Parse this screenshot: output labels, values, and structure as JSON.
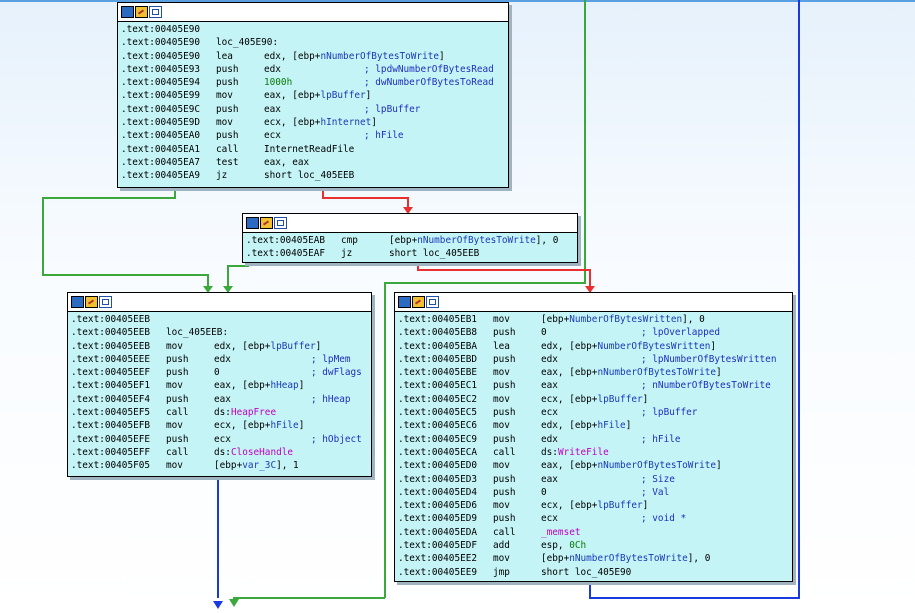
{
  "colors": {
    "node_bg": "#c4f4f6",
    "edge_false": "#e83030",
    "edge_true": "#3aa83a",
    "edge_uncond": "#1a3ae0",
    "comment": "#1f2fbf",
    "api": "#c000c0",
    "number": "#0a7a0a"
  },
  "icons": [
    "graph-node-color-icon",
    "graph-node-rename-icon",
    "graph-node-group-icon"
  ],
  "nodes": {
    "block1": {
      "lines": [
        {
          "addr": ".text:00405E90",
          "label": ""
        },
        {
          "addr": ".text:00405E90",
          "label": "loc_405E90:"
        },
        {
          "addr": ".text:00405E90",
          "mn": "lea",
          "op": "edx, [ebp+nNumberOfBytesToWrite]",
          "cmt": ""
        },
        {
          "addr": ".text:00405E93",
          "mn": "push",
          "op": "edx",
          "cmt": "; lpdwNumberOfBytesRead"
        },
        {
          "addr": ".text:00405E94",
          "mn": "push",
          "op": "1000h",
          "cmt": "; dwNumberOfBytesToRead"
        },
        {
          "addr": ".text:00405E99",
          "mn": "mov",
          "op": "eax, [ebp+lpBuffer]",
          "cmt": ""
        },
        {
          "addr": ".text:00405E9C",
          "mn": "push",
          "op": "eax",
          "cmt": "; lpBuffer"
        },
        {
          "addr": ".text:00405E9D",
          "mn": "mov",
          "op": "ecx, [ebp+hInternet]",
          "cmt": ""
        },
        {
          "addr": ".text:00405EA0",
          "mn": "push",
          "op": "ecx",
          "cmt": "; hFile"
        },
        {
          "addr": ".text:00405EA1",
          "mn": "call",
          "op": "InternetReadFile",
          "cmt": ""
        },
        {
          "addr": ".text:00405EA7",
          "mn": "test",
          "op": "eax, eax",
          "cmt": ""
        },
        {
          "addr": ".text:00405EA9",
          "mn": "jz",
          "op": "short loc_405EEB",
          "cmt": ""
        }
      ]
    },
    "block2": {
      "lines": [
        {
          "addr": ".text:00405EAB",
          "mn": "cmp",
          "op": "[ebp+nNumberOfBytesToWrite], 0",
          "cmt": ""
        },
        {
          "addr": ".text:00405EAF",
          "mn": "jz",
          "op": "short loc_405EEB",
          "cmt": ""
        }
      ]
    },
    "block3": {
      "lines": [
        {
          "addr": ".text:00405EEB",
          "label": ""
        },
        {
          "addr": ".text:00405EEB",
          "label": "loc_405EEB:"
        },
        {
          "addr": ".text:00405EEB",
          "mn": "mov",
          "op": "edx, [ebp+lpBuffer]",
          "cmt": ""
        },
        {
          "addr": ".text:00405EEE",
          "mn": "push",
          "op": "edx",
          "cmt": "; lpMem"
        },
        {
          "addr": ".text:00405EEF",
          "mn": "push",
          "op": "0",
          "cmt": "; dwFlags"
        },
        {
          "addr": ".text:00405EF1",
          "mn": "mov",
          "op": "eax, [ebp+hHeap]",
          "cmt": ""
        },
        {
          "addr": ".text:00405EF4",
          "mn": "push",
          "op": "eax",
          "cmt": "; hHeap"
        },
        {
          "addr": ".text:00405EF5",
          "mn": "call",
          "op": "ds:HeapFree",
          "cmt": ""
        },
        {
          "addr": ".text:00405EFB",
          "mn": "mov",
          "op": "ecx, [ebp+hFile]",
          "cmt": ""
        },
        {
          "addr": ".text:00405EFE",
          "mn": "push",
          "op": "ecx",
          "cmt": "; hObject"
        },
        {
          "addr": ".text:00405EFF",
          "mn": "call",
          "op": "ds:CloseHandle",
          "cmt": ""
        },
        {
          "addr": ".text:00405F05",
          "mn": "mov",
          "op": "[ebp+var_3C], 1",
          "cmt": ""
        }
      ]
    },
    "block4": {
      "lines": [
        {
          "addr": ".text:00405EB1",
          "mn": "mov",
          "op": "[ebp+NumberOfBytesWritten], 0",
          "cmt": ""
        },
        {
          "addr": ".text:00405EB8",
          "mn": "push",
          "op": "0",
          "cmt": "; lpOverlapped"
        },
        {
          "addr": ".text:00405EBA",
          "mn": "lea",
          "op": "edx, [ebp+NumberOfBytesWritten]",
          "cmt": ""
        },
        {
          "addr": ".text:00405EBD",
          "mn": "push",
          "op": "edx",
          "cmt": "; lpNumberOfBytesWritten"
        },
        {
          "addr": ".text:00405EBE",
          "mn": "mov",
          "op": "eax, [ebp+nNumberOfBytesToWrite]",
          "cmt": ""
        },
        {
          "addr": ".text:00405EC1",
          "mn": "push",
          "op": "eax",
          "cmt": "; nNumberOfBytesToWrite"
        },
        {
          "addr": ".text:00405EC2",
          "mn": "mov",
          "op": "ecx, [ebp+lpBuffer]",
          "cmt": ""
        },
        {
          "addr": ".text:00405EC5",
          "mn": "push",
          "op": "ecx",
          "cmt": "; lpBuffer"
        },
        {
          "addr": ".text:00405EC6",
          "mn": "mov",
          "op": "edx, [ebp+hFile]",
          "cmt": ""
        },
        {
          "addr": ".text:00405EC9",
          "mn": "push",
          "op": "edx",
          "cmt": "; hFile"
        },
        {
          "addr": ".text:00405ECA",
          "mn": "call",
          "op": "ds:WriteFile",
          "cmt": ""
        },
        {
          "addr": ".text:00405ED0",
          "mn": "mov",
          "op": "eax, [ebp+nNumberOfBytesToWrite]",
          "cmt": ""
        },
        {
          "addr": ".text:00405ED3",
          "mn": "push",
          "op": "eax",
          "cmt": "; Size"
        },
        {
          "addr": ".text:00405ED4",
          "mn": "push",
          "op": "0",
          "cmt": "; Val"
        },
        {
          "addr": ".text:00405ED6",
          "mn": "mov",
          "op": "ecx, [ebp+lpBuffer]",
          "cmt": ""
        },
        {
          "addr": ".text:00405ED9",
          "mn": "push",
          "op": "ecx",
          "cmt": "; void *"
        },
        {
          "addr": ".text:00405EDA",
          "mn": "call",
          "op": "_memset",
          "cmt": ""
        },
        {
          "addr": ".text:00405EDF",
          "mn": "add",
          "op": "esp, 0Ch",
          "cmt": ""
        },
        {
          "addr": ".text:00405EE2",
          "mn": "mov",
          "op": "[ebp+nNumberOfBytesToWrite], 0",
          "cmt": ""
        },
        {
          "addr": ".text:00405EE9",
          "mn": "jmp",
          "op": "short loc_405E90",
          "cmt": ""
        }
      ]
    }
  }
}
